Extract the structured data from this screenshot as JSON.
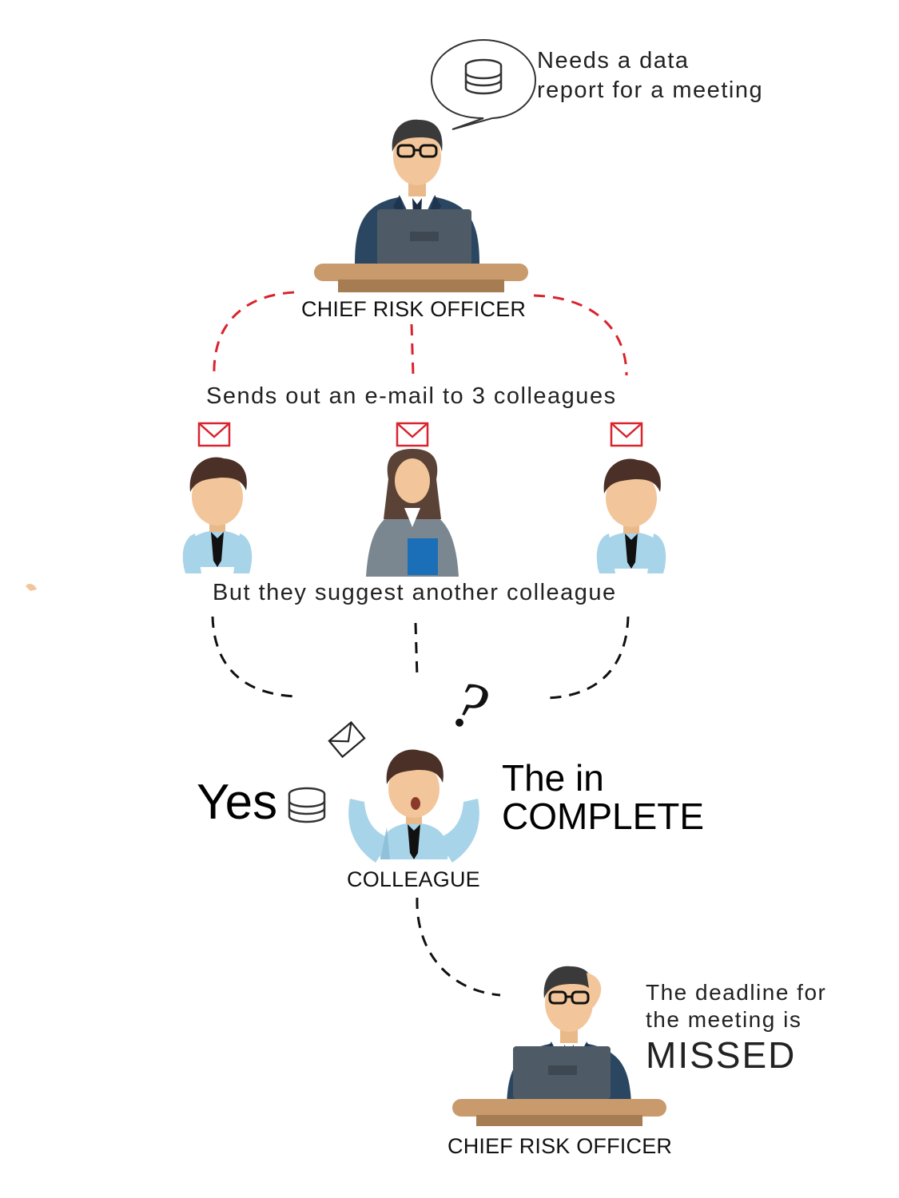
{
  "top_person": {
    "label": "CHIEF RISK OFFICER",
    "thought": [
      "Needs a data",
      "report for a meeting"
    ],
    "icon": "database-icon"
  },
  "step_email": {
    "text": "Sends out an e-mail to 3 colleagues",
    "icon": "envelope-icon"
  },
  "step_suggest": {
    "text": "But they suggest another colleague"
  },
  "colleague": {
    "label": "COLLEAGUE",
    "yes": "Yes",
    "incomplete_line1": "The in",
    "incomplete_line2": "COMPLETE",
    "question_mark": "?"
  },
  "bottom_person": {
    "label": "CHIEF RISK OFFICER",
    "missed_line1": "The deadline for",
    "missed_line2": "the meeting is",
    "missed_word": "MISSED"
  },
  "colors": {
    "red_dash": "#d9232d",
    "black_dash": "#111111",
    "suit": "#2b4661",
    "desk": "#c89a6c",
    "skin": "#f2c69a",
    "hair": "#4a3026",
    "shirt": "#a8d4ea"
  }
}
